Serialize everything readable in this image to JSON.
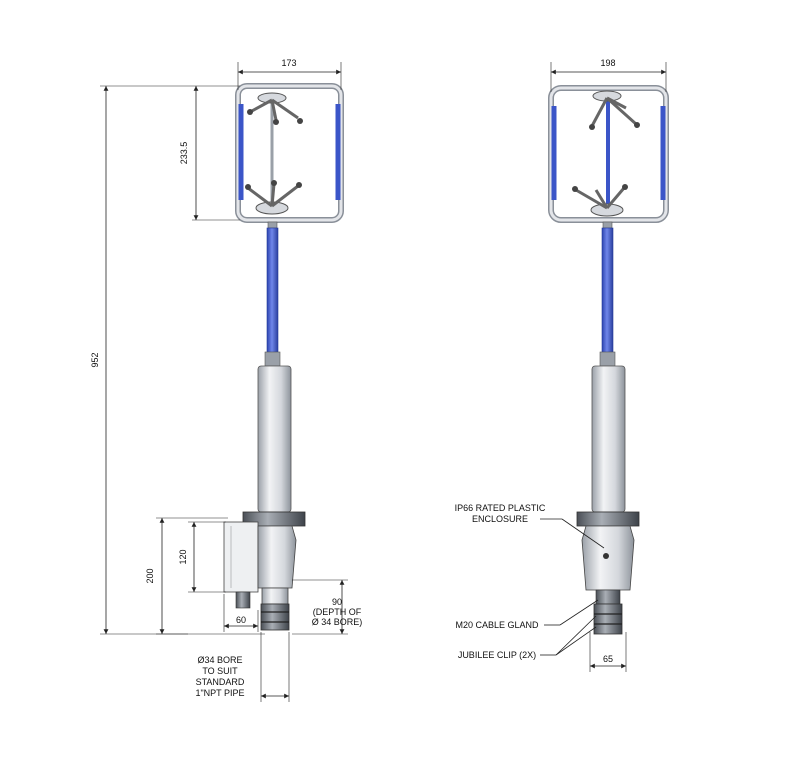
{
  "left_view": {
    "dim_width": "173",
    "dim_frame_height": "233.5",
    "dim_total_height": "952",
    "dim_enclosure_height": "120",
    "dim_lower_height": "200",
    "dim_gland_offset": "60",
    "bore_depth_lines": [
      "90",
      "(DEPTH OF",
      "Ø 34 BORE)"
    ],
    "bore_note_lines": [
      "Ø34 BORE",
      "TO SUIT",
      "STANDARD",
      "1\"NPT PIPE"
    ]
  },
  "right_view": {
    "dim_width": "198",
    "enclosure_note_lines": [
      "IP66 RATED PLASTIC",
      "ENCLOSURE"
    ],
    "cable_gland_label": "M20 CABLE GLAND",
    "jubilee_clip_label": "JUBILEE CLIP (2X)",
    "dim_base_width": "65"
  },
  "colors": {
    "frame_blue": "#3b55c8",
    "frame_grey": "#c9ccd2",
    "body_grey": "#d9dce0",
    "line": "#222222"
  }
}
